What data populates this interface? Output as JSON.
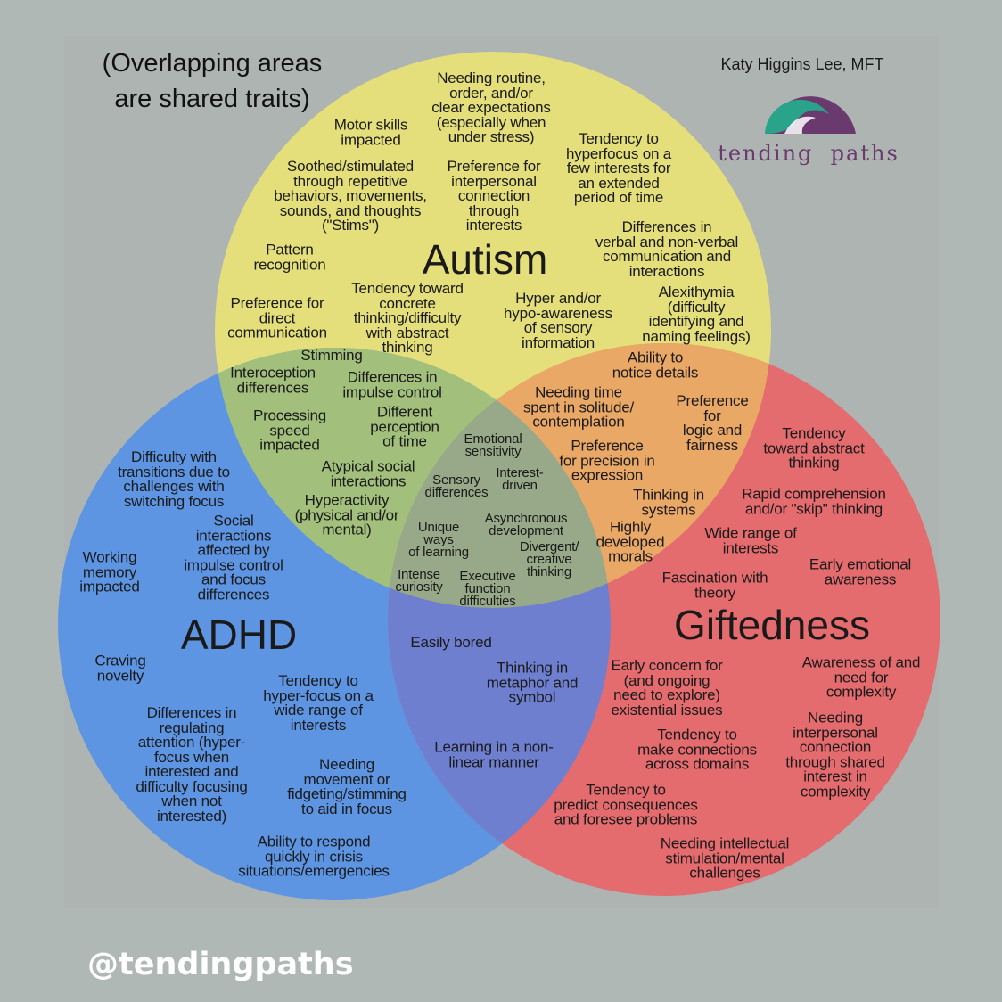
{
  "note": "(Overlapping areas\nare shared traits)",
  "author": "Katy Higgins Lee, MFT",
  "logo": {
    "text": "tending  paths",
    "icon": "wave-arc-logo-icon"
  },
  "handle": "@tendingpaths",
  "colors": {
    "autism": "#e4df7a",
    "adhd": "#5d95e3",
    "giftedness": "#e46b6e",
    "autism_giftedness": "#eaa867",
    "autism_adhd": "#a2c07c",
    "adhd_giftedness": "#6f7fd0",
    "center": "#98a98a",
    "background": "#aeb4b1"
  },
  "circles": [
    {
      "name": "Autism",
      "label": "Autism"
    },
    {
      "name": "ADHD",
      "label": "ADHD"
    },
    {
      "name": "Giftedness",
      "label": "Giftedness"
    }
  ],
  "traits": {
    "autism": [
      "Needing routine,\norder, and/or\nclear expectations\n(especially when\nunder stress)",
      "Motor skills\nimpacted",
      "Tendency to\nhyperfocus on a\nfew interests for\nan extended\nperiod of time",
      "Soothed/stimulated\nthrough repetitive\nbehaviors, movements,\nsounds, and thoughts\n(\"Stims\")",
      "Preference for\ninterpersonal\nconnection\nthrough\ninterests",
      "Differences in\nverbal and non-verbal\ncommunication and\ninteractions",
      "Pattern\nrecognition",
      "Tendency toward\nconcrete\nthinking/difficulty\nwith abstract\nthinking",
      "Preference for\ndirect\ncommunication",
      "Hyper and/or\nhypo-awareness\nof sensory\ninformation",
      "Alexithymia\n(difficulty\nidentifying and\nnaming feelings)"
    ],
    "autism_adhd": [
      "Stimming",
      "Interoception\ndifferences",
      "Differences in\nimpulse control",
      "Processing\nspeed\nimpacted",
      "Different\nperception\nof time",
      "Atypical social\ninteractions",
      "Hyperactivity\n(physical and/or\nmental)"
    ],
    "autism_giftedness": [
      "Ability to\nnotice details",
      "Needing time\nspent in solitude/\ncontemplation",
      "Preference\nfor\nlogic and\nfairness",
      "Preference\nfor precision in\nexpression",
      "Thinking in\nsystems",
      "Highly\ndeveloped\nmorals"
    ],
    "all_three": [
      "Emotional\nsensitivity",
      "Sensory\ndifferences",
      "Interest-\ndriven",
      "Asynchronous\ndevelopment",
      "Unique\nways\nof learning",
      "Divergent/\ncreative\nthinking",
      "Intense\ncuriosity",
      "Executive\nfunction\ndifficulties"
    ],
    "adhd": [
      "Difficulty with\ntransitions due to\nchallenges with\nswitching focus",
      "Social\ninteractions\naffected by\nimpulse control\nand focus\ndifferences",
      "Working\nmemory\nimpacted",
      "Craving\nnovelty",
      "Tendency to\nhyper-focus on a\nwide range of\ninterests",
      "Differences in\nregulating\nattention (hyper-\nfocus when\ninterested and\ndifficulty focusing\nwhen not\ninterested)",
      "Needing\nmovement or\nfidgeting/stimming\nto aid in focus",
      "Ability to respond\nquickly in crisis\nsituations/emergencies"
    ],
    "adhd_giftedness": [
      "Easily bored",
      "Thinking in\nmetaphor and\nsymbol",
      "Learning in a non-\nlinear manner"
    ],
    "giftedness": [
      "Tendency\ntoward abstract\nthinking",
      "Rapid comprehension\nand/or \"skip\" thinking",
      "Wide range of\ninterests",
      "Early emotional\nawareness",
      "Fascination with\ntheory",
      "Early concern for\n(and ongoing\nneed to explore)\nexistential issues",
      "Awareness of and\nneed for\ncomplexity",
      "Tendency to\nmake connections\nacross domains",
      "Needing\ninterpersonal\nconnection\nthrough shared\ninterest in\ncomplexity",
      "Tendency to\npredict consequences\nand foresee problems",
      "Needing intellectual\nstimulation/mental\nchallenges"
    ]
  }
}
